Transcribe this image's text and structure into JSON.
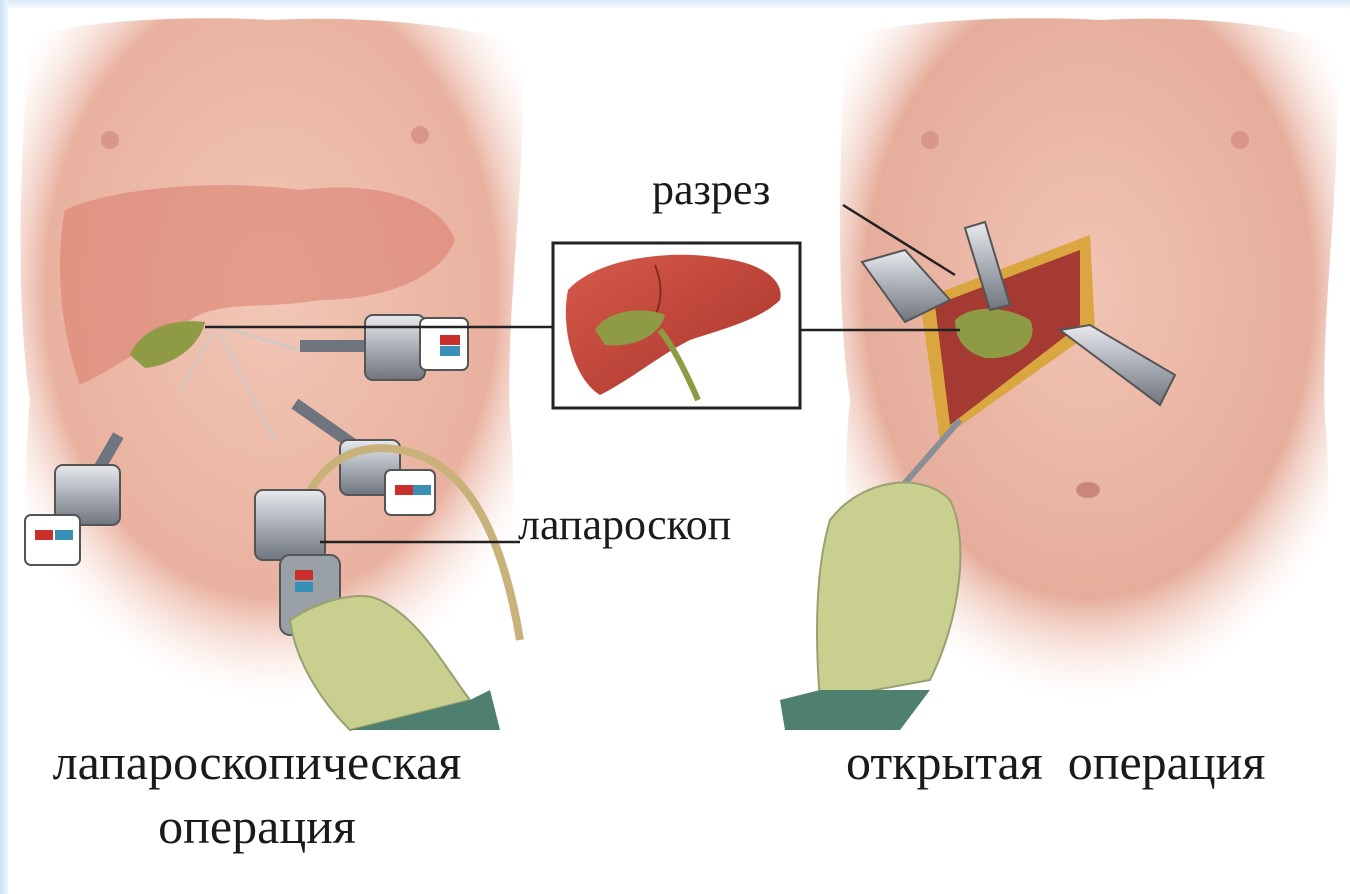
{
  "labels": {
    "incision": "разрез",
    "laparoscope": "лапароскоп",
    "laparoscopic_line1": "лапароскопическая",
    "laparoscopic_line2": "операция",
    "open_operation": "открытая  операция"
  },
  "colors": {
    "skin": "#eebba8",
    "skin_shadow": "#d9998a",
    "liver": "#c4473c",
    "gallbladder": "#8e9a44",
    "glove": "#c9cf8f",
    "instrument": "#9aa0a8",
    "leader_line": "#222222"
  }
}
